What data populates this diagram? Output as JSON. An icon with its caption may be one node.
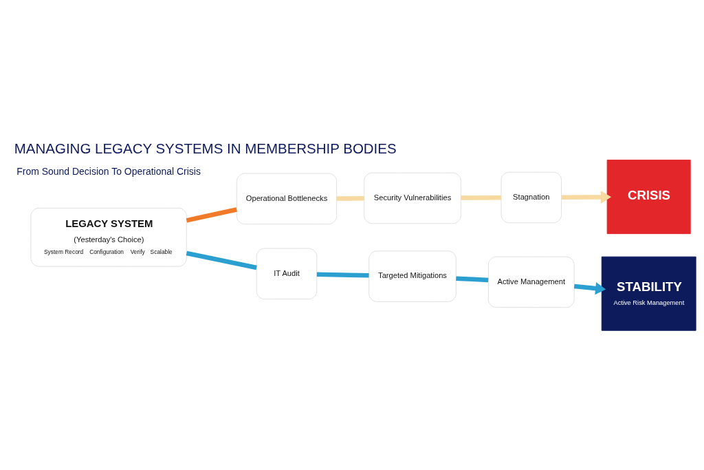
{
  "diagram": {
    "title": "MANAGING LEGACY SYSTEMS IN MEMBERSHIP BODIES",
    "nodes": [
      {
        "text": [
          "LEGACY SYSTEM",
          "(Yesterday's Choice)",
          "System Record",
          "Configuration",
          "Verify",
          "Scalable"
        ]
      },
      {
        "text": [
          "Operational Bottlenecks"
        ]
      },
      {
        "text": [
          "Security Vulnerabilities"
        ]
      },
      {
        "text": [
          "Stagnation"
        ]
      },
      {
        "text": [
          "CRISIS"
        ]
      },
      {
        "text": [
          "IT Audit"
        ]
      },
      {
        "text": [
          "Targeted Mitigations"
        ]
      },
      {
        "text": [
          "Active Management"
        ]
      },
      {
        "text": [
          "STABILITY",
          "Active Risk Management"
        ]
      }
    ],
    "edges": [
      {
        "from": 0,
        "to": 1,
        "arrow": "none",
        "color": "#f07a28"
      },
      {
        "from": 1,
        "to": 2,
        "arrow": "none",
        "color": "#f8d9a0"
      },
      {
        "from": 2,
        "to": 3,
        "arrow": "none",
        "color": "#f8d9a0"
      },
      {
        "from": 3,
        "to": 4,
        "arrow": "to",
        "color": "#f8d9a0"
      },
      {
        "from": 0,
        "to": 5,
        "arrow": "none",
        "color": "#2a9fd0"
      },
      {
        "from": 5,
        "to": 6,
        "arrow": "none",
        "color": "#2a9fd0"
      },
      {
        "from": 6,
        "to": 7,
        "arrow": "none",
        "color": "#2a9fd0"
      },
      {
        "from": 7,
        "to": 8,
        "arrow": "to",
        "color": "#2a9fd0"
      }
    ],
    "labels": [
      "From Sound Decision To Operational Crisis"
    ]
  }
}
